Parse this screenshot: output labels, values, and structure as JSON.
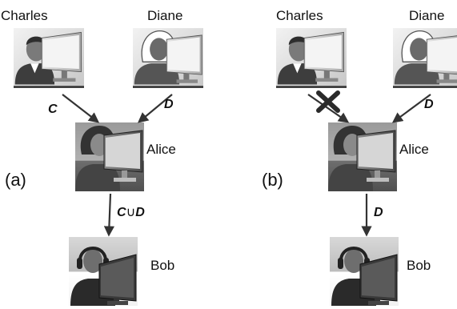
{
  "panels": [
    {
      "label": "(a)",
      "names": {
        "charles": "Charles",
        "diane": "Diane",
        "alice": "Alice",
        "bob": "Bob"
      },
      "edges": {
        "charles_to_alice": {
          "label": "C",
          "blocked": false
        },
        "diane_to_alice": {
          "label": "D",
          "blocked": false
        },
        "alice_to_bob": {
          "label_left": "C",
          "label_union": "∪",
          "label_right": "D"
        }
      }
    },
    {
      "label": "(b)",
      "names": {
        "charles": "Charles",
        "diane": "Diane",
        "alice": "Alice",
        "bob": "Bob"
      },
      "edges": {
        "charles_to_alice": {
          "label": "",
          "blocked": true
        },
        "diane_to_alice": {
          "label": "D",
          "blocked": false
        },
        "alice_to_bob": {
          "label_left": "D",
          "label_union": "",
          "label_right": ""
        }
      }
    }
  ],
  "icons": {
    "charles": "male-user-at-computer-icon",
    "diane": "female-user-at-computer-icon",
    "alice": "female-user-at-computer-icon",
    "bob": "user-with-headset-at-computer-icon",
    "block": "x-cross-icon"
  },
  "colors": {
    "arrow": "#333333",
    "block_cross": "#2a2a2a"
  }
}
